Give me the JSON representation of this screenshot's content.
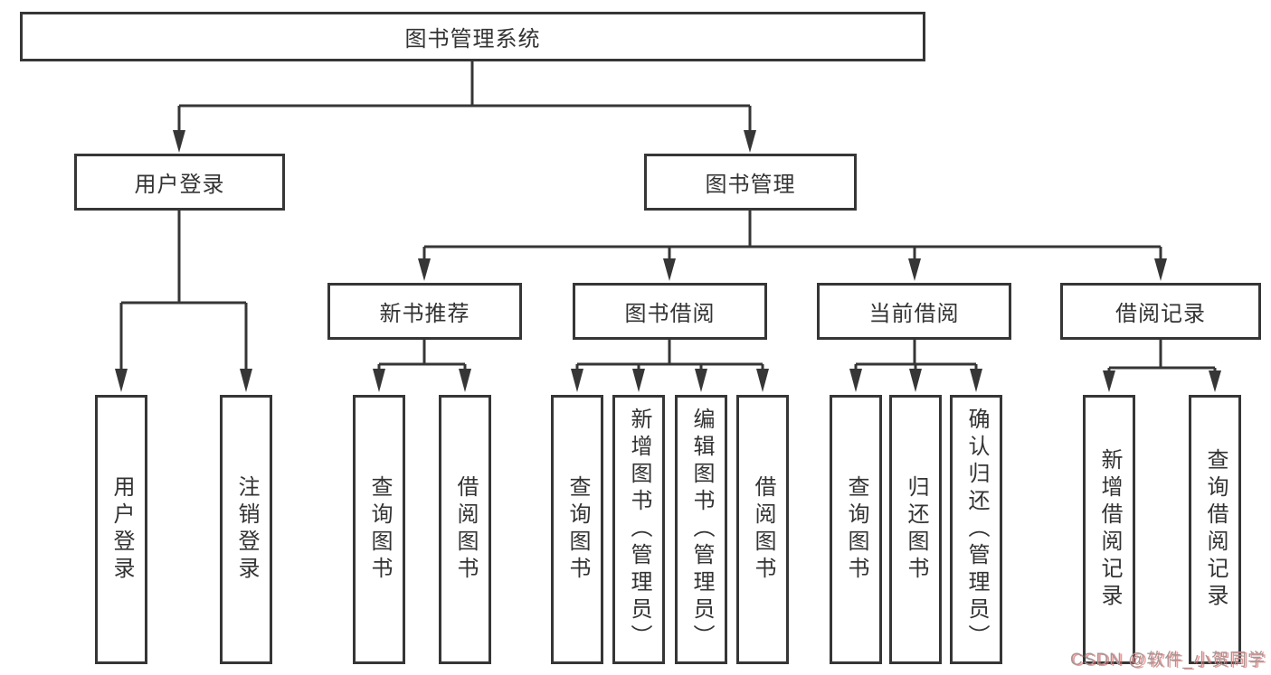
{
  "tree": {
    "label": "图书管理系统",
    "children": [
      {
        "label": "用户登录",
        "children": [
          {
            "label": "用户登录"
          },
          {
            "label": "注销登录"
          }
        ]
      },
      {
        "label": "图书管理",
        "children": [
          {
            "label": "新书推荐",
            "children": [
              {
                "label": "查询图书"
              },
              {
                "label": "借阅图书"
              }
            ]
          },
          {
            "label": "图书借阅",
            "children": [
              {
                "label": "查询图书"
              },
              {
                "label": "新增图书（管理员）"
              },
              {
                "label": "编辑图书（管理员）"
              },
              {
                "label": "借阅图书"
              }
            ]
          },
          {
            "label": "当前借阅",
            "children": [
              {
                "label": "查询图书"
              },
              {
                "label": "归还图书"
              },
              {
                "label": "确认归还（管理员）"
              }
            ]
          },
          {
            "label": "借阅记录",
            "children": [
              {
                "label": "新增借阅记录"
              },
              {
                "label": "查询借阅记录"
              }
            ]
          }
        ]
      }
    ]
  },
  "watermark": {
    "text": "CSDN @软件_小贺同学"
  },
  "colors": {
    "line": "#363636",
    "box_border": "#363636",
    "text": "#333333",
    "background": "#ffffff",
    "watermark_gray": "#9b9b9b",
    "watermark_red": "#f75a5a"
  }
}
